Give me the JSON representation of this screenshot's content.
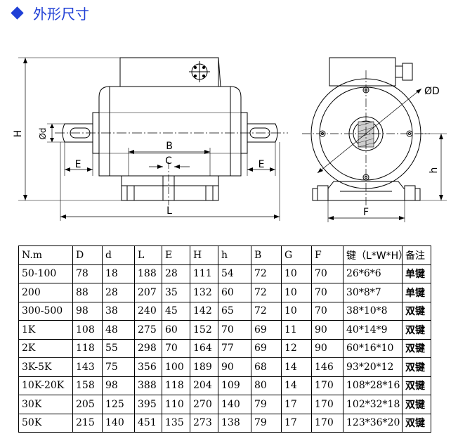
{
  "title": "外形尺寸",
  "diagram": {
    "labels": {
      "H": "H",
      "d": "Ød",
      "B": "B",
      "C": "C",
      "E_left": "E",
      "E_right": "E",
      "L": "L",
      "D": "ØD",
      "h": "h",
      "F": "F"
    }
  },
  "table": {
    "headers": [
      "N.m",
      "D",
      "d",
      "L",
      "E",
      "H",
      "h",
      "B",
      "G",
      "F",
      "键（L*W*H）",
      "备注"
    ],
    "rows": [
      [
        "50-100",
        "78",
        "18",
        "188",
        "28",
        "111",
        "54",
        "72",
        "10",
        "70",
        "26*6*6",
        "单键"
      ],
      [
        "200",
        "88",
        "28",
        "207",
        "35",
        "132",
        "60",
        "72",
        "10",
        "70",
        "30*8*7",
        "单键"
      ],
      [
        "300-500",
        "98",
        "38",
        "240",
        "45",
        "142",
        "65",
        "72",
        "10",
        "70",
        "38*10*8",
        "双键"
      ],
      [
        "1K",
        "108",
        "48",
        "275",
        "60",
        "152",
        "70",
        "69",
        "11",
        "90",
        "40*14*9",
        "双键"
      ],
      [
        "2K",
        "118",
        "55",
        "298",
        "70",
        "164",
        "77",
        "69",
        "12",
        "90",
        "60*16*10",
        "双键"
      ],
      [
        "3K-5K",
        "143",
        "75",
        "356",
        "100",
        "189",
        "90",
        "68",
        "14",
        "146",
        "93*20*12",
        "双键"
      ],
      [
        "10K-20K",
        "158",
        "98",
        "388",
        "118",
        "204",
        "109",
        "80",
        "14",
        "170",
        "108*28*16",
        "双键"
      ],
      [
        "30K",
        "205",
        "125",
        "395",
        "110",
        "270",
        "140",
        "79",
        "17",
        "170",
        "102*32*18",
        "双键"
      ],
      [
        "50K",
        "215",
        "140",
        "451",
        "135",
        "273",
        "138",
        "79",
        "17",
        "170",
        "123*36*20",
        "双键"
      ]
    ]
  }
}
